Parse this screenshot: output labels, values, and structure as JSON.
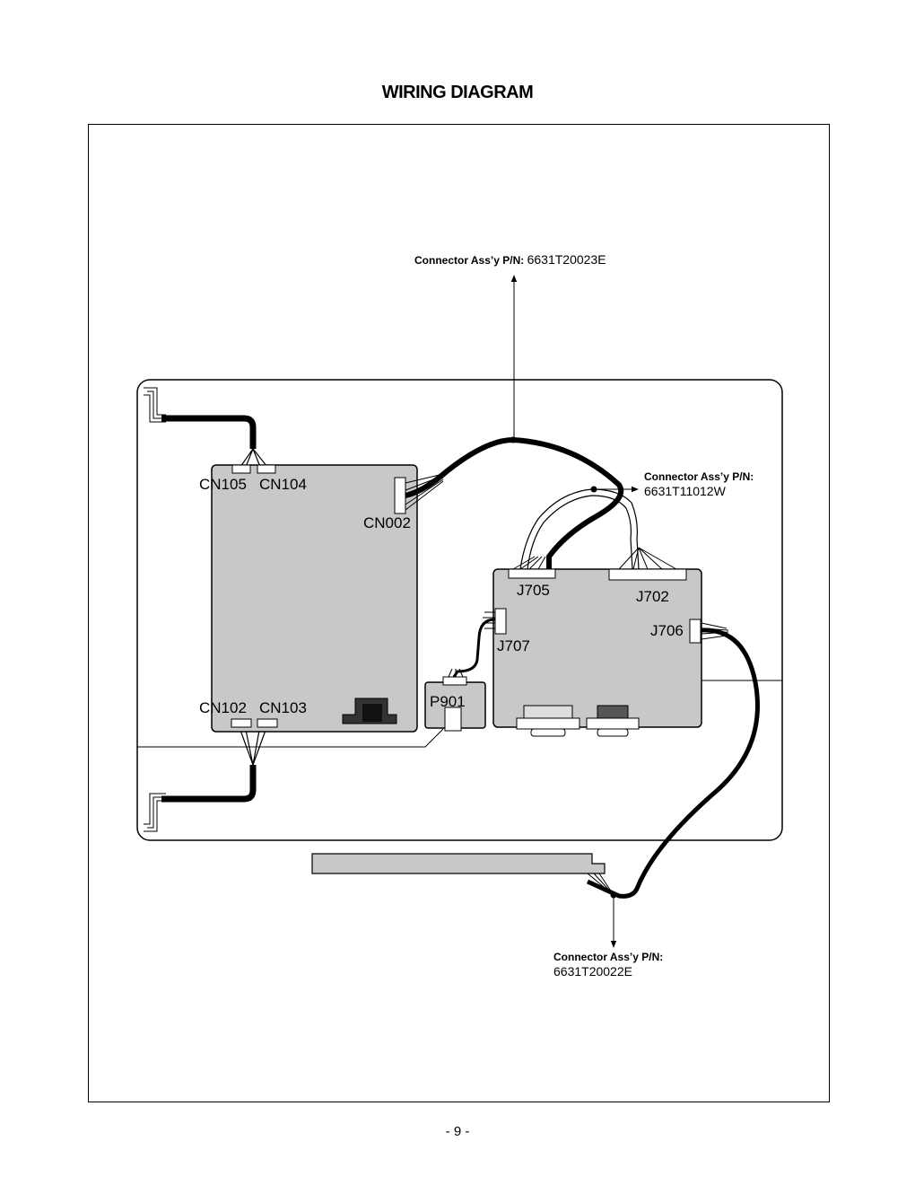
{
  "page": {
    "title": "WIRING DIAGRAM",
    "page_number": "- 9 -"
  },
  "connector_assemblies": {
    "top": {
      "label": "Connector Ass’y P/N:",
      "part_number": "6631T20023E"
    },
    "middle": {
      "label": "Connector Ass’y P/N:",
      "part_number": "6631T11012W"
    },
    "bottom": {
      "label": "Connector Ass’y P/N:",
      "part_number": "6631T20022E"
    }
  },
  "connectors": {
    "cn105": "CN105",
    "cn104": "CN104",
    "cn002": "CN002",
    "cn102": "CN102",
    "cn103": "CN103",
    "j705": "J705",
    "j702": "J702",
    "j706": "J706",
    "j707": "J707",
    "p901": "P901"
  },
  "colors": {
    "board_fill": "#c8c8c8",
    "board_stroke": "#000000",
    "cable": "#000000",
    "connector_fill": "#ffffff",
    "bar_fill": "#c8c8c8"
  }
}
